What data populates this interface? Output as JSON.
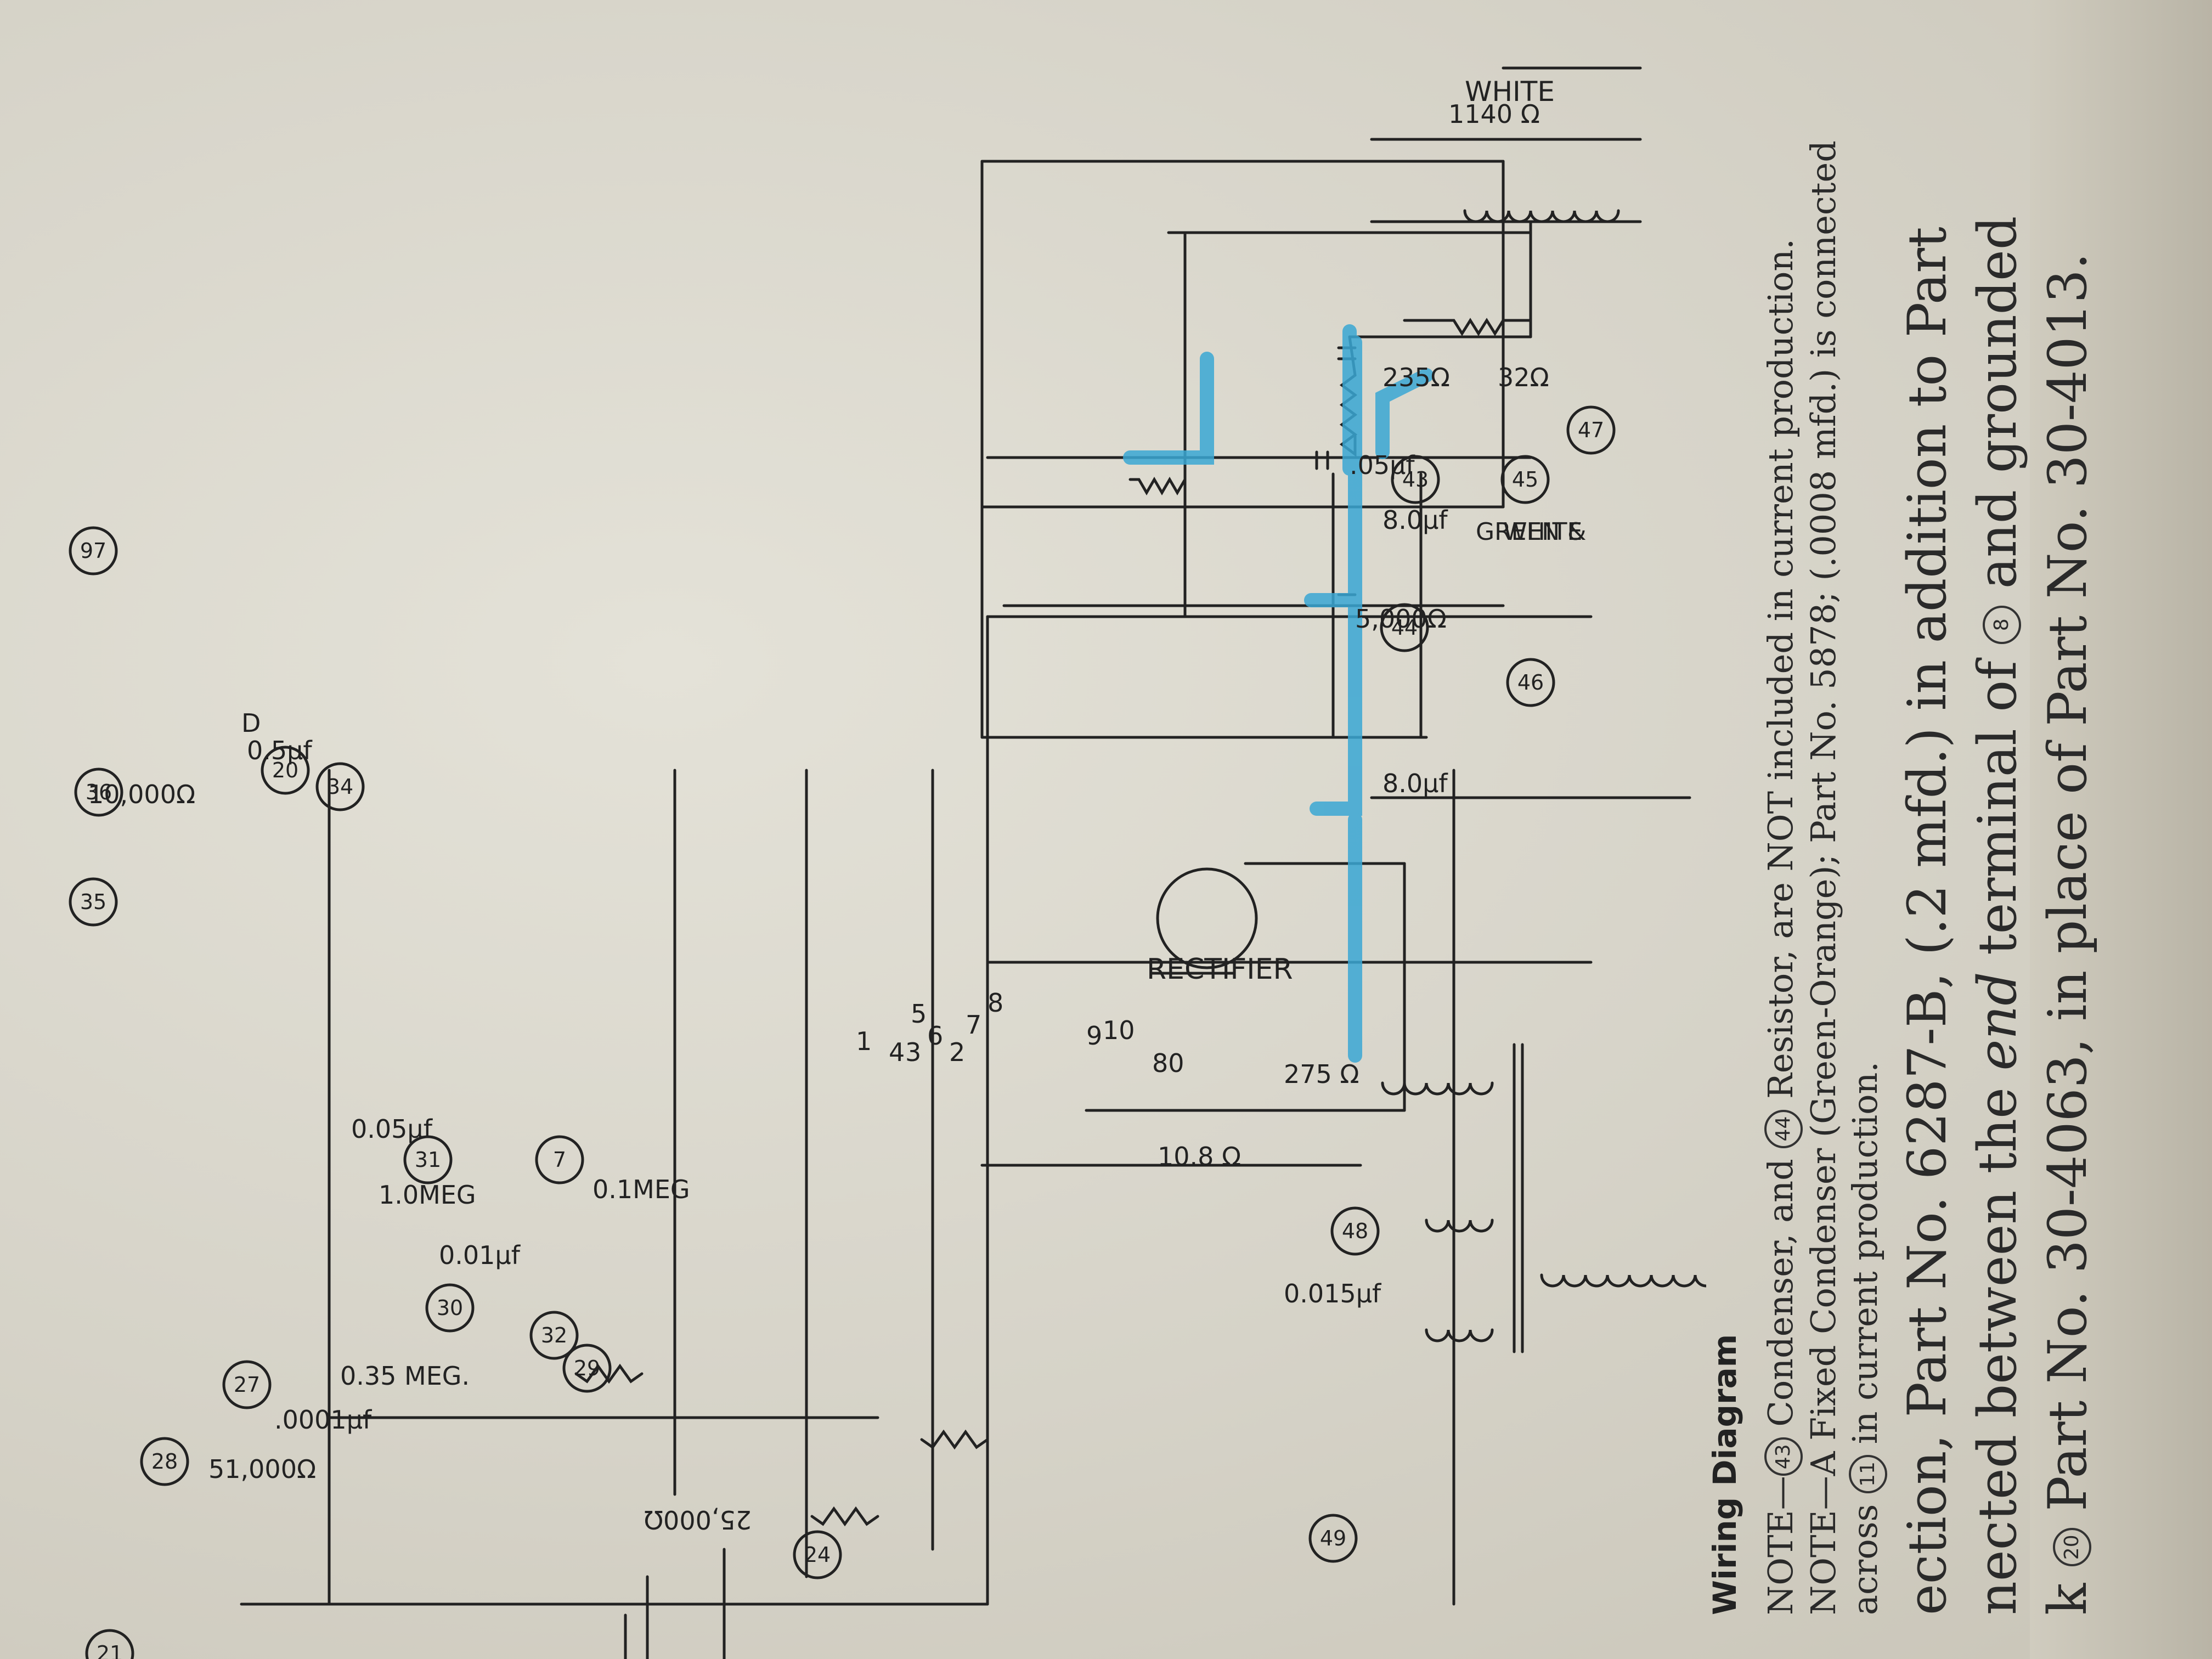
{
  "caption": "Wiring Diagram",
  "note1": {
    "p1": "NOTE—",
    "c1": "43",
    "p2": " Condenser, and ",
    "c2": "44",
    "p3": " Resistor, are NOT included in current production."
  },
  "note2": {
    "p1": "NOTE—A Fixed Condenser (Green-Orange); Part No. 5878; (.0008 mfd.) is connected across ",
    "c1": "11",
    "p2": " in current production."
  },
  "text3": {
    "p1": "ection, Part No. 6287-B, (.2 mfd.) in addition to Part",
    "p2": "nected between the ",
    "p2_em": "end",
    "p3": " terminal of ",
    "c1": "8",
    "p4": " and grounded"
  },
  "text4": {
    "p1": "k ",
    "c1": "20",
    "p2": " Part No. 30-4063, in place of Part No. 30-4013."
  },
  "components": {
    "r47a": "235Ω",
    "r47b": "32Ω",
    "c43": ".05µf",
    "r44": "5,000Ω",
    "c45": "8.0µf",
    "c46": "8.0µf",
    "coil_top": "1140 Ω",
    "wire_white": "WHITE",
    "wire_gw1": "GREEN &",
    "wire_gw2": "WHITE",
    "rectifier": "RECTIFIER",
    "rect_type": "80",
    "sec_res": "275 Ω",
    "pri_res": "10.8 Ω",
    "c49": "0.015µf",
    "r24": "25,000Ω",
    "r28": "51,000Ω",
    "c27": ".0001µf",
    "r29": "0.35 MEG.",
    "c29b": "0.01µf",
    "r32": "0.1MEG",
    "r31": "1.0MEG",
    "c7": "0.05µf",
    "r34": "10,000Ω",
    "c20": "0.5µf",
    "lbl_d": "D",
    "lbl_4": "4",
    "lbl_3": "3",
    "lbl_2": "2",
    "lbl_5": "5",
    "lbl_6": "6",
    "lbl_7": "7",
    "lbl_8": "8",
    "lbl_9": "9",
    "lbl_10": "10",
    "lbl_1": "1"
  },
  "callouts": [
    "47",
    "43",
    "45",
    "44",
    "46",
    "97",
    "35",
    "20",
    "34",
    "36",
    "31",
    "7",
    "30",
    "32",
    "27",
    "28",
    "29",
    "24",
    "48",
    "49",
    "21"
  ],
  "accent_color": "#3aa7d4"
}
